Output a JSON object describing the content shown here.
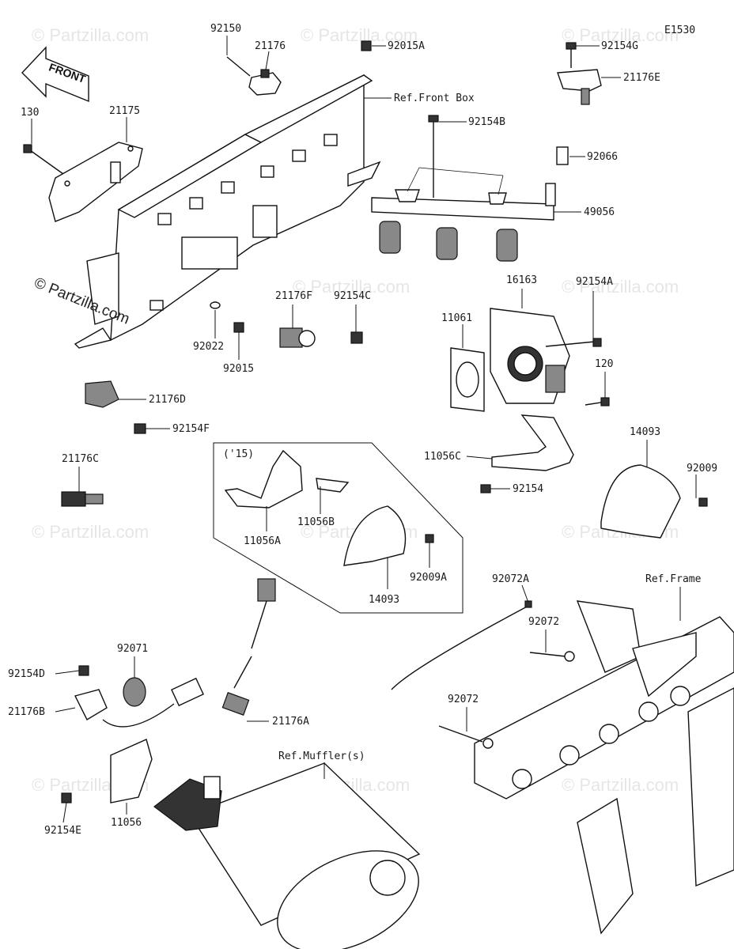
{
  "diagram_code": "E1530",
  "copyright": "© Partzilla.com",
  "watermark": "© Partzilla.com",
  "front_label": "FRONT",
  "inset_label": "('15)",
  "labels": {
    "l92150": "92150",
    "l21176": "21176",
    "l92015A": "92015A",
    "lRefFrontBox": "Ref.Front Box",
    "l130": "130",
    "l21175": "21175",
    "l92154G": "92154G",
    "l21176E": "21176E",
    "l92154B": "92154B",
    "l92066": "92066",
    "l49056": "49056",
    "l16163": "16163",
    "l92154A": "92154A",
    "l11061": "11061",
    "l120": "120",
    "l21176F": "21176F",
    "l92154C": "92154C",
    "l92022": "92022",
    "l92015": "92015",
    "l21176D": "21176D",
    "l92154F": "92154F",
    "l21176C": "21176C",
    "l14093a": "14093",
    "l92009": "92009",
    "l11056C": "11056C",
    "l92154": "92154",
    "l11056B": "11056B",
    "l11056A": "11056A",
    "l92009A": "92009A",
    "l14093b": "14093",
    "l92072A": "92072A",
    "lRefFrame": "Ref.Frame",
    "l92072a": "92072",
    "l92072b": "92072",
    "l92071": "92071",
    "l92154D": "92154D",
    "l21176B": "21176B",
    "l21176A": "21176A",
    "lRefMufflers": "Ref.Muffler(s)",
    "l92154E": "92154E",
    "l11056": "11056"
  }
}
